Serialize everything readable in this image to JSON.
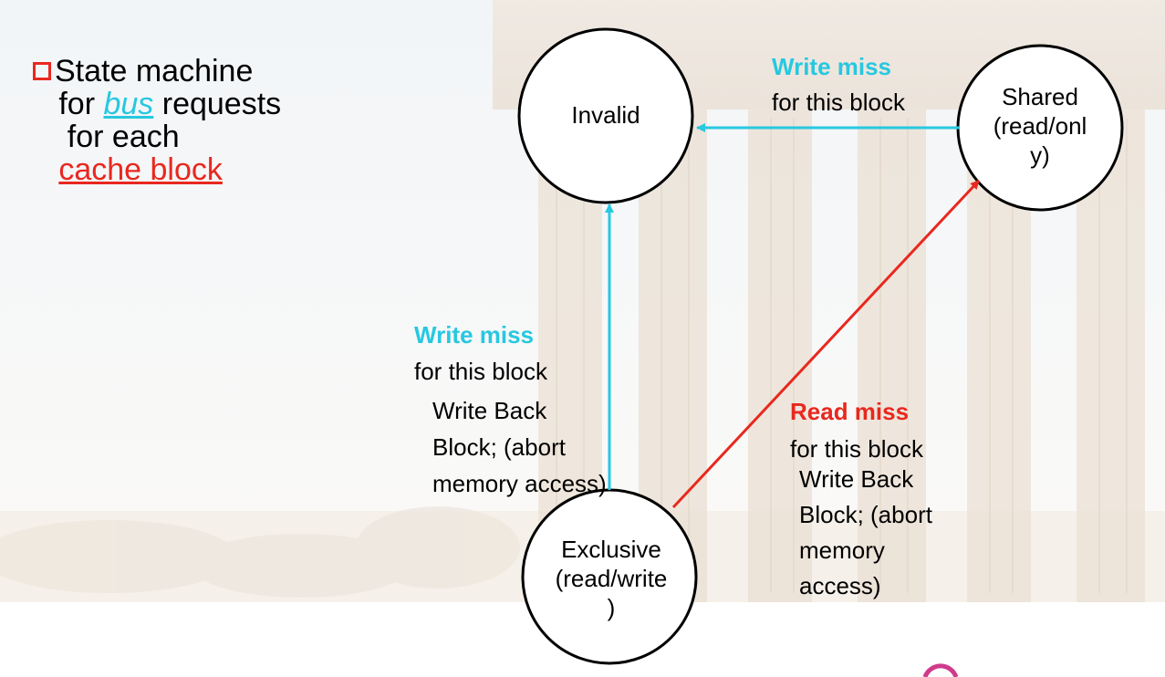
{
  "bullet": {
    "line1": "State machine",
    "line2_prefix": "for ",
    "line2_bus": "bus",
    "line2_suffix": " requests",
    "line3": " for each",
    "line4": "cache block"
  },
  "states": {
    "invalid": "Invalid",
    "shared_1": "Shared",
    "shared_2": "(read/onl",
    "shared_3": "y)",
    "exclusive_1": "Exclusive",
    "exclusive_2": "(read/write",
    "exclusive_3": ")"
  },
  "arcs": {
    "shared_to_invalid": {
      "title": "Write miss",
      "sub": "for this block"
    },
    "exclusive_to_invalid": {
      "title": "Write miss",
      "sub": "for this block",
      "action_1": "Write Back",
      "action_2": "Block; (abort",
      "action_3": "memory access)"
    },
    "exclusive_to_shared": {
      "title": "Read miss",
      "sub": "for this block",
      "action_1": "Write Back",
      "action_2": "Block; (abort",
      "action_3": "memory",
      "action_4": "access)"
    }
  },
  "colors": {
    "cyan": "#27c8e0",
    "red": "#e8281f",
    "bullet_box": "#e8281f",
    "accent_dot": "#d03a8c"
  }
}
